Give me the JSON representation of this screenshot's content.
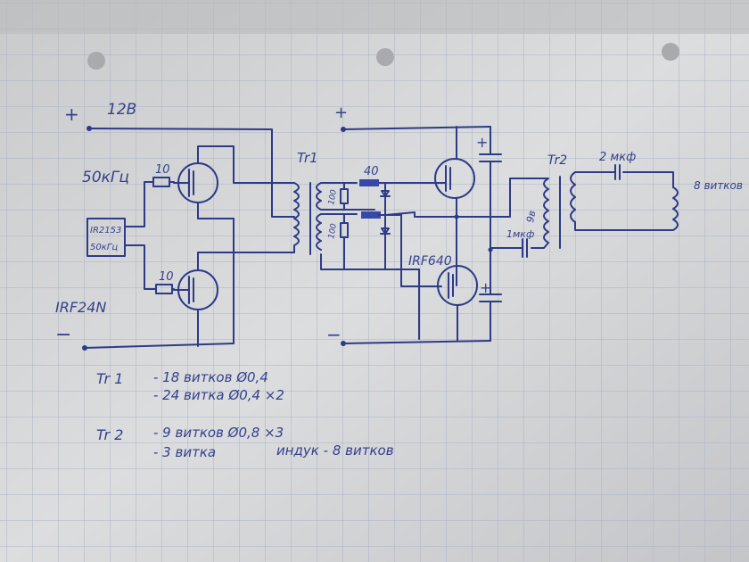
{
  "diagram": {
    "supply_left": {
      "plus": "+",
      "voltage": "12В",
      "minus": "−"
    },
    "driver": {
      "ic_name": "IR2153",
      "ic_freq": "50кГц",
      "freq_label": "50кГц",
      "gate_resistor_top": "10",
      "gate_resistor_bottom": "10",
      "mosfet_label": "IRF24N"
    },
    "tr1_label": "Tr1",
    "secondary": {
      "plus": "+",
      "minus": "−",
      "gate_resistor": "40",
      "bias_resistor_top": "100",
      "bias_resistor_bottom": "100",
      "mosfet_label": "IRF640",
      "cap_plus_top": "+",
      "cap_plus_bottom": "+"
    },
    "tr2": {
      "label": "Tr2",
      "turns": "9в",
      "cap": "1мкф"
    },
    "output": {
      "cap": "2 мкф",
      "coil": "8 витков"
    }
  },
  "notes": {
    "tr1": {
      "name": "Tr 1",
      "line1": "- 18 витков   Ø0,4",
      "line2": "- 24 витка   Ø0,4 ×2"
    },
    "tr2": {
      "name": "Tr 2",
      "line1": "- 9 витков   Ø0,8 ×3",
      "line2": "- 3 витка",
      "line2b": "индук - 8 витков"
    }
  },
  "colors": {
    "ink": "#2d3a86",
    "paper": "#d6d7d9",
    "grid": "#aab3c4"
  }
}
